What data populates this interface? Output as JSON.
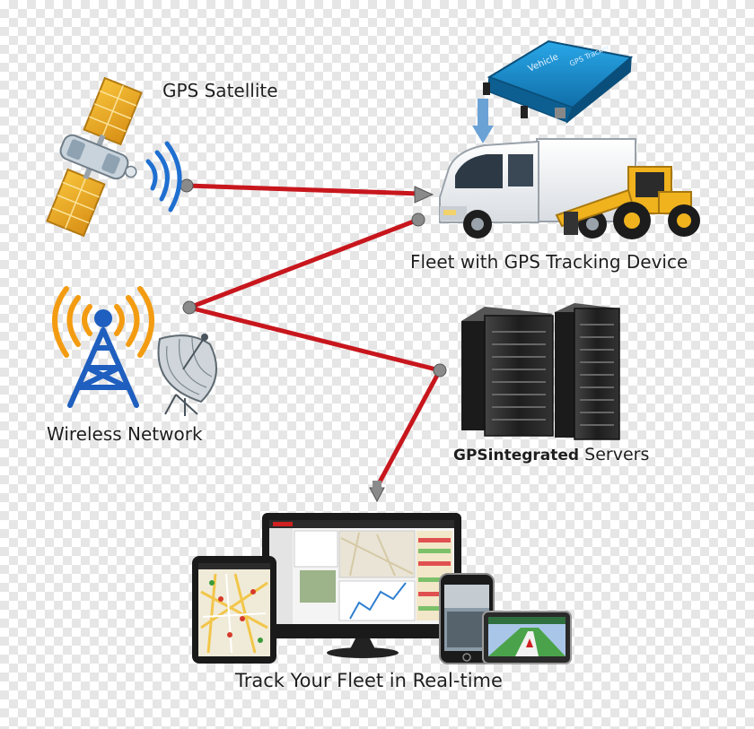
{
  "labels": {
    "gps_satellite": "GPS Satellite",
    "fleet": "Fleet with GPS Tracking Device",
    "wireless_network": "Wireless Network",
    "servers_brand": "GPSintegrated",
    "servers": "Servers",
    "track": "Track Your Fleet in Real-time",
    "tracker_text": "Vehicle",
    "tracker_subtext": "GPS Tracker"
  },
  "colors": {
    "connector": "#c8161d",
    "connector_node": "#8a8a8a",
    "tracker": "#1e88c8",
    "signal": "#1f6fd0",
    "wifi_waves": "#f39c12",
    "tower": "#1f5fbf",
    "server": "#2a2a2a",
    "screen_bezel": "#1a1a1a",
    "down_arrow": "#6aa2d6"
  },
  "icons": [
    "satellite-icon",
    "gps-tracker-icon",
    "truck-icon",
    "loader-icon",
    "tower-icon",
    "dish-icon",
    "server-icon",
    "monitor-icon",
    "tablet-icon",
    "phone-icon",
    "gps-unit-icon"
  ]
}
